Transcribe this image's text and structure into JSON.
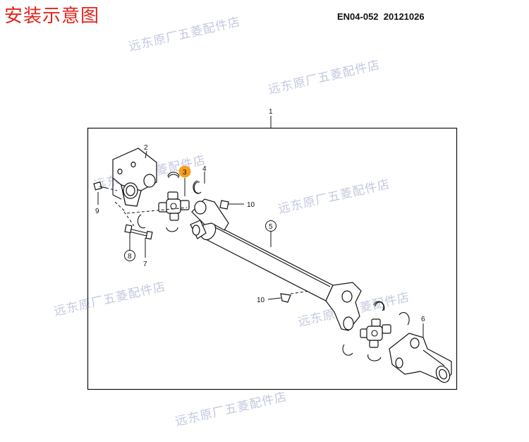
{
  "title": "安装示意图",
  "document_code": "EN04-052  20121026",
  "watermark_text": "远东原厂五菱配件店",
  "highlight_color": "#f5a01f",
  "callouts": {
    "c1": "1",
    "c2": "2",
    "c3": "3",
    "c4": "4",
    "c5": "5",
    "c6": "6",
    "c7": "7",
    "c8": "8",
    "c9": "9",
    "c10a": "10",
    "c10b": "10"
  }
}
